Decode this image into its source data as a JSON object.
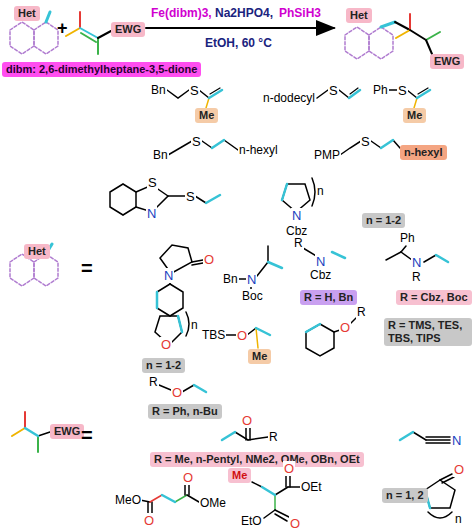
{
  "diagram": {
    "nodes": [
      {
        "text": [
          "Het"
        ]
      },
      {
        "text": [
          "EWG"
        ]
      },
      {
        "text": [
          "Het"
        ]
      },
      {
        "text": [
          "EWG"
        ]
      },
      {
        "text": [
          "dibm: 2,6-dimethylheptane-3,5-dione"
        ]
      },
      {
        "text": [
          "Me"
        ]
      },
      {
        "text": [
          "Me"
        ]
      },
      {
        "text": [
          "n-hexyl"
        ]
      },
      {
        "text": [
          "n = 1-2"
        ]
      },
      {
        "text": [
          "Het"
        ]
      },
      {
        "text": [
          "R = H, Bn"
        ]
      },
      {
        "text": [
          "R = Cbz, Boc"
        ]
      },
      {
        "text": [
          "n = 1-2"
        ]
      },
      {
        "text": [
          "Me"
        ]
      },
      {
        "text": [
          "R = TMS, TES, TBS, TIPS"
        ]
      },
      {
        "text": [
          "R = Ph, n-Bu"
        ]
      },
      {
        "text": [
          "EWG"
        ]
      },
      {
        "text": [
          "R = Me, n-Pentyl, NMe2, OMe, OBn, OEt"
        ]
      },
      {
        "text": [
          "Me"
        ]
      },
      {
        "text": [
          "n = 1, 2"
        ]
      }
    ],
    "labels": [
      "Fe(dibm)3,",
      "Na2HPO4,",
      "PhSiH3",
      "EtOH, 60 °C",
      "+",
      "Bn",
      "S",
      "n-dodecyl",
      "S",
      "Ph",
      "S",
      "Bn",
      "S",
      "n-hexyl",
      "PMP",
      "S",
      "S",
      "N",
      "S",
      "n",
      "N",
      "Cbz",
      "=",
      "N",
      "O",
      "Bn",
      "N",
      "Boc",
      "R",
      "N",
      "Cbz",
      "Ph",
      "N",
      "R",
      "O",
      "n",
      "TBS",
      "O",
      "O",
      "R",
      "R",
      "O",
      "=",
      "O",
      "R",
      "N",
      "MeO",
      "O",
      "O",
      "OMe",
      "O",
      "OEt",
      "EtO",
      "O",
      "O",
      "n"
    ]
  }
}
